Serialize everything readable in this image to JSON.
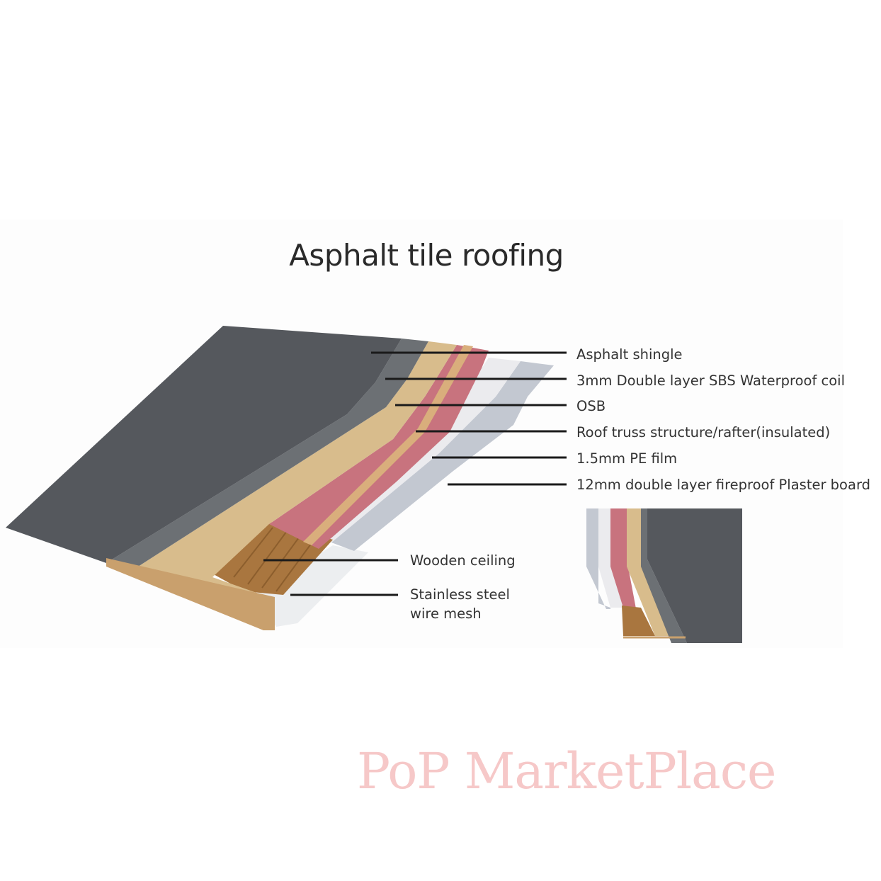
{
  "title": "Asphalt tile roofing",
  "labels": {
    "asphalt_shingle": "Asphalt shingle",
    "sbs_coil": "3mm Double layer SBS Waterproof coil",
    "osb": "OSB",
    "roof_truss": "Roof truss structure/rafter(insulated)",
    "pe_film": "1.5mm PE film",
    "plaster_board": "12mm double layer fireproof Plaster board",
    "wooden_ceiling": "Wooden ceiling",
    "wire_mesh_line1": "Stainless steel",
    "wire_mesh_line2": "wire mesh"
  },
  "watermark": "PoP MarketPlace",
  "colors": {
    "shingle": "#55585d",
    "sbs": "#6c7074",
    "osb": "#d8bc8c",
    "insulation": "#c8737e",
    "pe_film": "#ebebee",
    "plaster": "#c3c8d1",
    "wood": "#a9763f",
    "fascia": "#c9a06d",
    "watermark": "#f6c8c8"
  }
}
